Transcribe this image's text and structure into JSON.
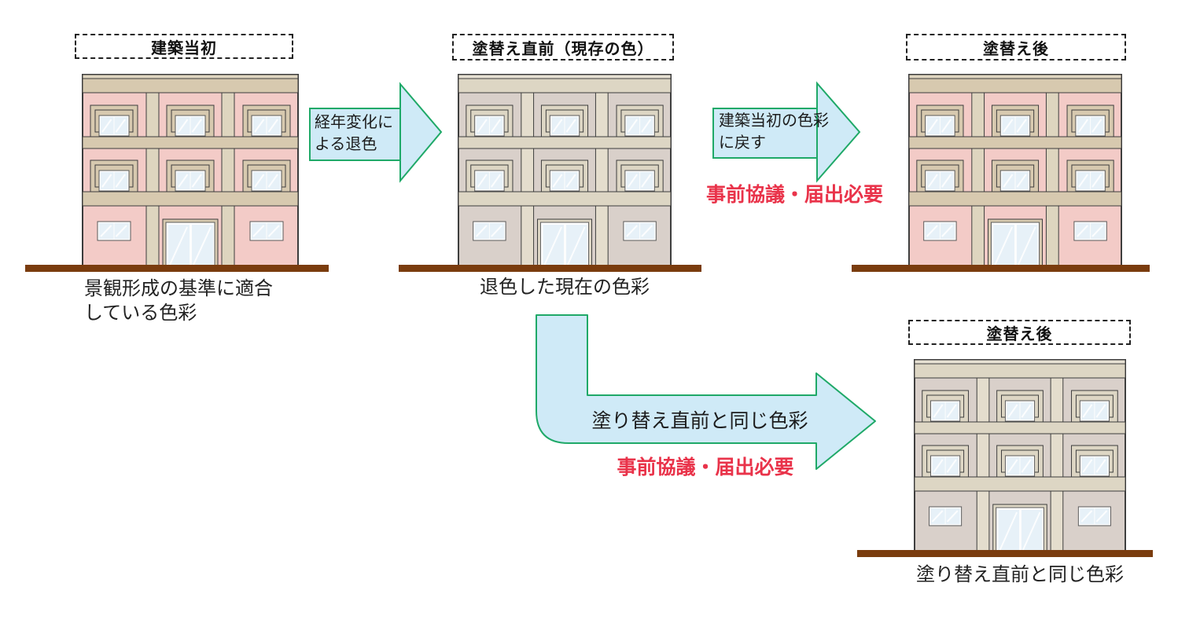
{
  "colors": {
    "background": "#ffffff",
    "outline": "#3c3c3c",
    "arrow_fill": "#cfeaf7",
    "arrow_stroke": "#1fa968",
    "notice_red": "#e9334a",
    "ground_brown": "#7a3c0e",
    "text_dark": "#222222",
    "glass": "#e7f1f8",
    "window_frame": "#fdfdfd",
    "original_wall": "#f3cbc7",
    "original_trim": "#d7c9af",
    "original_pillar": "#ded5bf",
    "original_cap": "#e0d6c1",
    "faded_wall": "#d9d0ca",
    "faded_trim": "#ddd6c4",
    "faded_pillar": "#e4ddcd",
    "faded_cap": "#e7e1d3"
  },
  "stages": [
    {
      "id": "original",
      "label": "建築当初",
      "caption": "景観形成の基準に適合\nしている色彩"
    },
    {
      "id": "before_repaint",
      "label": "塗替え直前（現存の色）",
      "caption": "退色した現在の色彩"
    },
    {
      "id": "after_repaint_restored",
      "label": "塗替え後",
      "caption": ""
    },
    {
      "id": "after_repaint_same",
      "label": "塗替え後",
      "caption": "塗り替え直前と同じ色彩"
    }
  ],
  "arrows": {
    "fade": {
      "label": "経年変化に\nよる退色"
    },
    "restore": {
      "label": "建築当初の色彩\nに戻す",
      "notice": "事前協議・届出必要"
    },
    "same_color": {
      "label": "塗り替え直前と同じ色彩",
      "notice": "事前協議・届出必要"
    }
  }
}
